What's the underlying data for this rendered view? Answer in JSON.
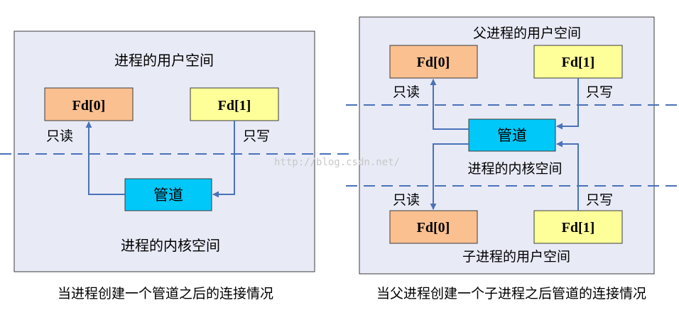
{
  "left": {
    "user_space": "进程的用户空间",
    "fd0": "Fd[0]",
    "fd1": "Fd[1]",
    "read_only": "只读",
    "write_only": "只写",
    "pipe": "管道",
    "kernel_space": "进程的内核空间",
    "caption": "当进程创建一个管道之后的连接情况"
  },
  "right": {
    "parent_user_space": "父进程的用户空间",
    "parent_fd0": "Fd[0]",
    "parent_fd1": "Fd[1]",
    "parent_read_only": "只读",
    "parent_write_only": "只写",
    "pipe": "管道",
    "kernel_space": "进程的内核空间",
    "child_read_only": "只读",
    "child_write_only": "只写",
    "child_fd0": "Fd[0]",
    "child_fd1": "Fd[1]",
    "child_user_space": "子进程的用户空间",
    "caption": "当父进程创建一个子进程之后管道的连接情况"
  },
  "watermark": "http://blog.csdn.net/",
  "colors": {
    "panel_fill": "#e8eaf6",
    "fd0_fill": "#fac090",
    "fd1_fill": "#ffff99",
    "pipe_fill": "#00c8f8",
    "arrow": "#4a72b8",
    "dash": "#4a72b8"
  }
}
